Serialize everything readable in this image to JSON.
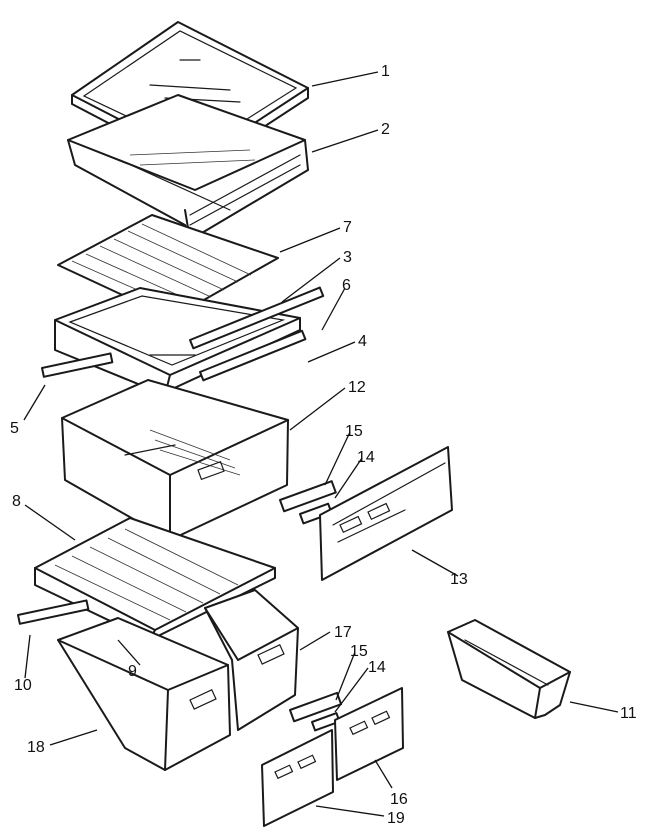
{
  "callouts": [
    {
      "id": "c1",
      "label": "1"
    },
    {
      "id": "c2",
      "label": "2"
    },
    {
      "id": "c7",
      "label": "7"
    },
    {
      "id": "c3",
      "label": "3"
    },
    {
      "id": "c6",
      "label": "6"
    },
    {
      "id": "c4",
      "label": "4"
    },
    {
      "id": "c5",
      "label": "5"
    },
    {
      "id": "c12",
      "label": "12"
    },
    {
      "id": "c15a",
      "label": "15"
    },
    {
      "id": "c14a",
      "label": "14"
    },
    {
      "id": "c8",
      "label": "8"
    },
    {
      "id": "c13",
      "label": "13"
    },
    {
      "id": "c17",
      "label": "17"
    },
    {
      "id": "c15b",
      "label": "15"
    },
    {
      "id": "c14b",
      "label": "14"
    },
    {
      "id": "c10",
      "label": "10"
    },
    {
      "id": "c9",
      "label": "9"
    },
    {
      "id": "c11",
      "label": "11"
    },
    {
      "id": "c18",
      "label": "18"
    },
    {
      "id": "c16",
      "label": "16"
    },
    {
      "id": "c19",
      "label": "19"
    }
  ]
}
